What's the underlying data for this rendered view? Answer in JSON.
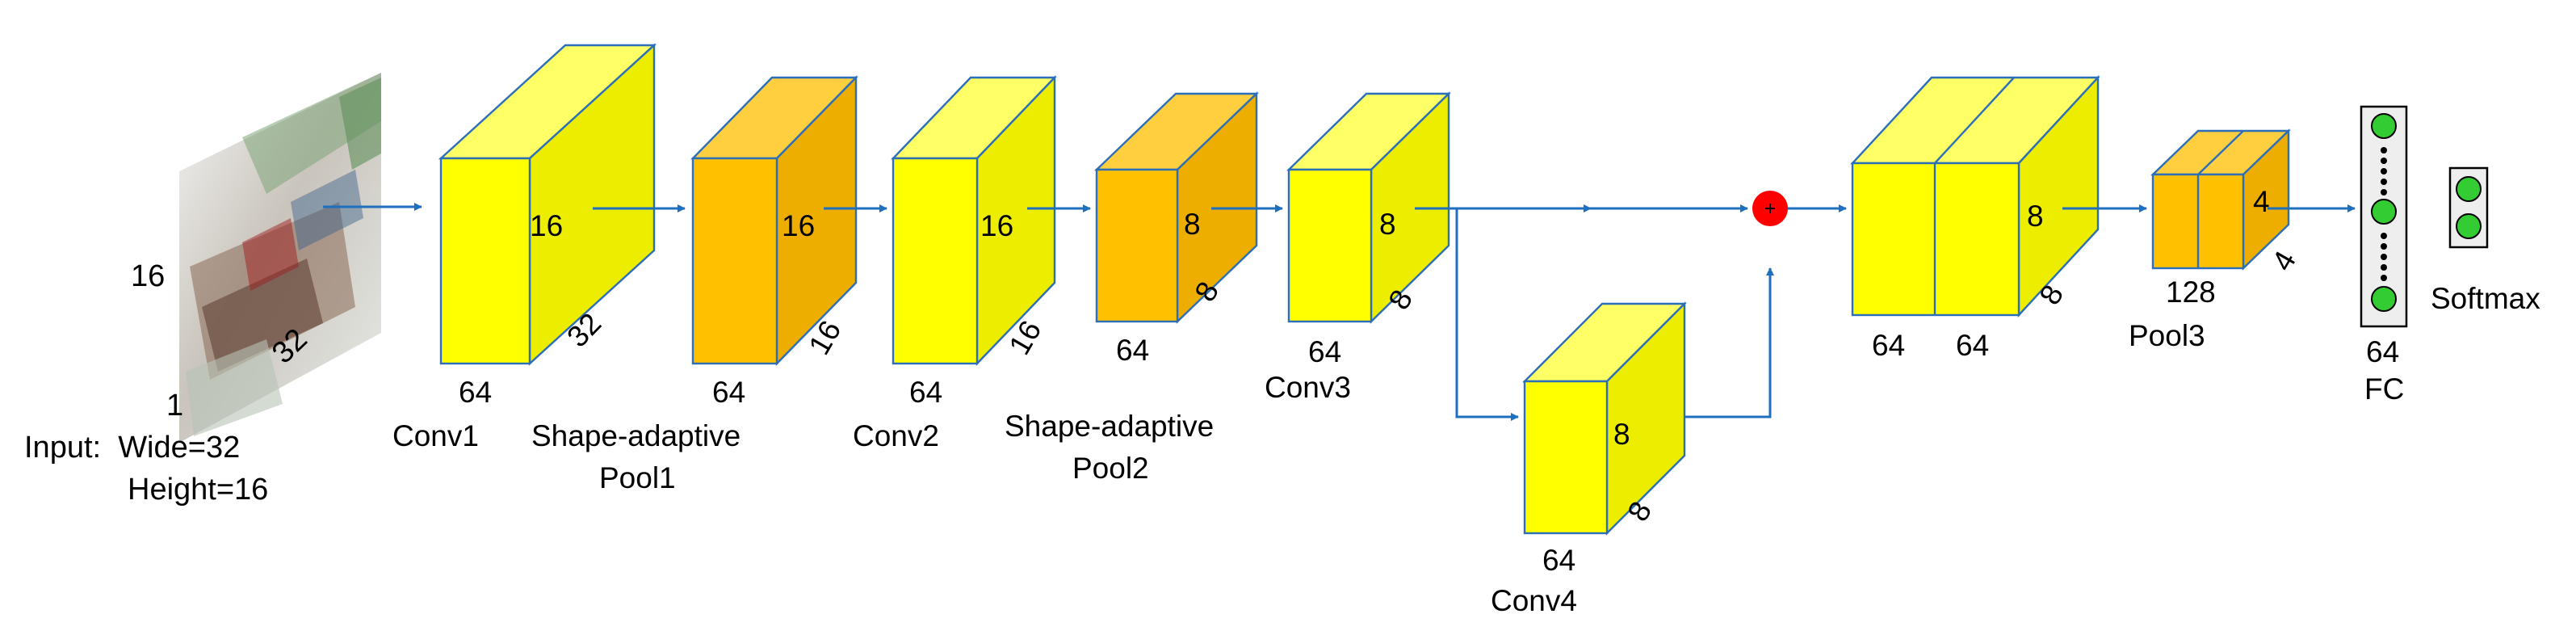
{
  "colors": {
    "yellow_front": "#ffff00",
    "yellow_top": "#ffff66",
    "yellow_side": "#eded00",
    "orange_front": "#ffc000",
    "orange_top": "#ffcf40",
    "orange_side": "#eeae00",
    "edge": "#2c6fb8",
    "arrow": "#1f6fbf",
    "add_node": "#ff0000",
    "neuron": "#33cc33",
    "fc_fill": "#eeeeee"
  },
  "input": {
    "depth_label": "1",
    "height_label": "16",
    "width_label": "32",
    "caption_line1": "Input:  Wide=32",
    "caption_line2": "Height=16"
  },
  "conv1": {
    "channels": "64",
    "height": "16",
    "width": "32",
    "name": "Conv1"
  },
  "pool1": {
    "channels": "64",
    "height": "16",
    "width": "16",
    "name_line1": "Shape-adaptive",
    "name_line2": "Pool1"
  },
  "conv2": {
    "channels": "64",
    "height": "16",
    "width": "16",
    "name": "Conv2"
  },
  "pool2": {
    "channels": "64",
    "height": "8",
    "width": "8",
    "name_line1": "Shape-adaptive",
    "name_line2": "Pool2"
  },
  "conv3": {
    "channels": "64",
    "height": "8",
    "width": "8",
    "name": "Conv3"
  },
  "conv4": {
    "channels": "64",
    "height": "8",
    "width": "8",
    "name": "Conv4"
  },
  "concat": {
    "channels_a": "64",
    "channels_b": "64",
    "height": "8",
    "width": "8"
  },
  "pool3": {
    "channels": "128",
    "height": "4",
    "width": "4",
    "name": "Pool3"
  },
  "fc": {
    "units": "64",
    "name": "FC"
  },
  "softmax": {
    "name": "Softmax"
  }
}
